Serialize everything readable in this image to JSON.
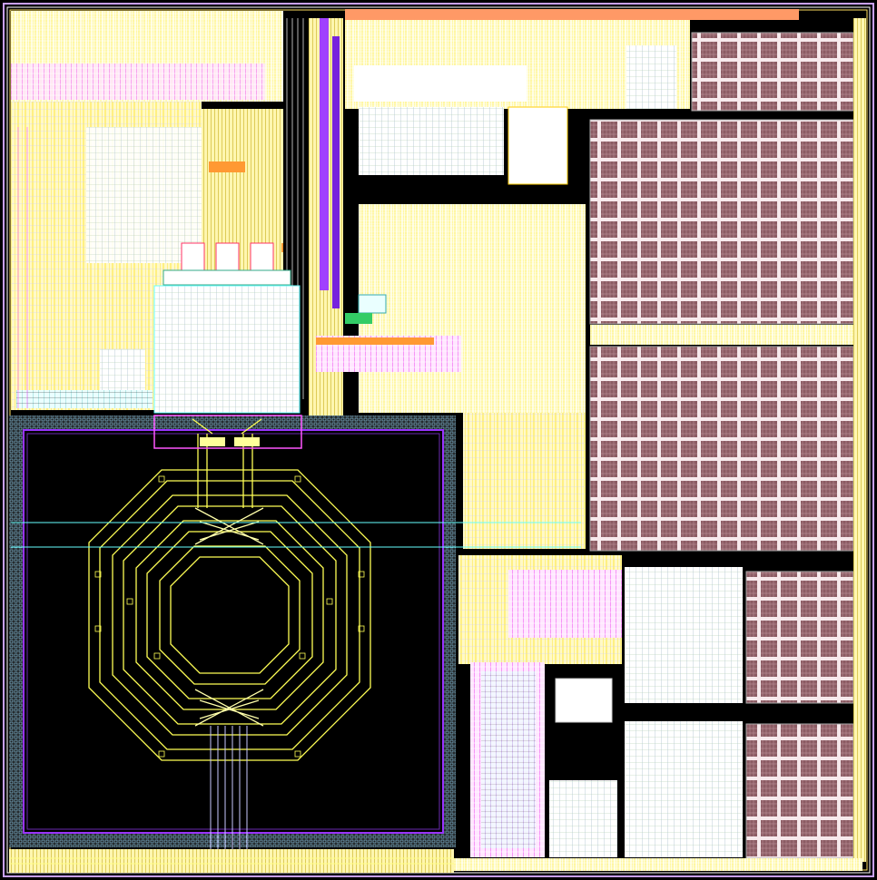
{
  "layout": {
    "title": "",
    "colors": {
      "background": "#000000",
      "metal_yellow": "#ffff66",
      "metal_white": "#ffffff",
      "via_magenta": "#ff55ff",
      "poly_purple": "#9933ff",
      "diff_cyan": "#66ffff",
      "cap_brown": "#8b5a5a",
      "cap_grid": "#ffc8c8",
      "inductor_yellow": "#ffff55",
      "orange": "#ff9933",
      "green": "#33cc66"
    },
    "blocks": [
      {
        "name": "spiral-inductor",
        "kind": "inductor",
        "turns": 4
      },
      {
        "name": "capacitor-array-top-small",
        "kind": "capacitor-array"
      },
      {
        "name": "capacitor-array-upper-large",
        "kind": "capacitor-array"
      },
      {
        "name": "capacitor-array-middle-large",
        "kind": "capacitor-array"
      },
      {
        "name": "capacitor-array-bottom-right-upper",
        "kind": "capacitor-array"
      },
      {
        "name": "capacitor-array-bottom-right-lower",
        "kind": "capacitor-array"
      },
      {
        "name": "digital-logic-top-left",
        "kind": "standard-cells"
      },
      {
        "name": "digital-logic-center",
        "kind": "standard-cells"
      },
      {
        "name": "transistor-array-center",
        "kind": "analog-devices"
      },
      {
        "name": "varactor-bank-bottom",
        "kind": "analog-devices"
      },
      {
        "name": "buffer-bank-bottom-center",
        "kind": "analog-devices"
      }
    ]
  }
}
